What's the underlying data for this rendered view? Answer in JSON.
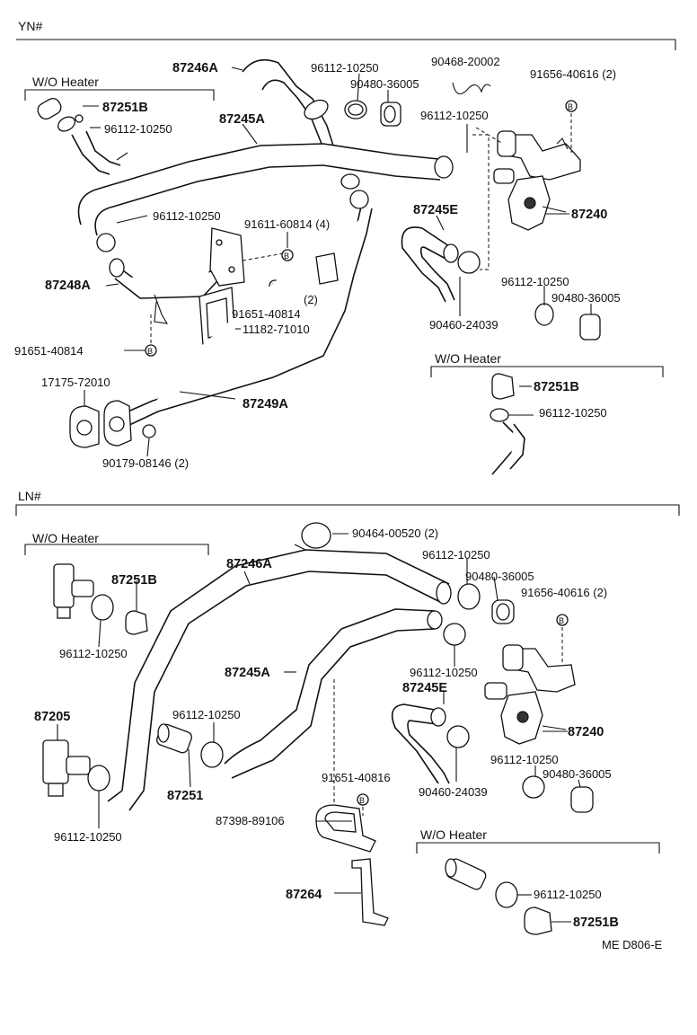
{
  "sections": {
    "yn": "YN#",
    "ln": "LN#"
  },
  "yn": {
    "wo_heater_1": "W/O Heater",
    "wo_heater_2": "W/O Heater",
    "labels": {
      "p87246A": "87246A",
      "p96112_top": "96112-10250",
      "p90480_top": "90480-36005",
      "p90468": "90468-20002",
      "p91656": "91656-40616 (2)",
      "p87251B_a": "87251B",
      "p96112_a": "96112-10250",
      "p87245A": "87245A",
      "p96112_mid": "96112-10250",
      "p96112_left": "96112-10250",
      "p91611": "91611-60814 (4)",
      "p87245E": "87245E",
      "p87240": "87240",
      "p87248A": "87248A",
      "p2": "(2)",
      "p91651_a": "91651-40814",
      "p11182": "11182-71010",
      "p91651_b": "91651-40814",
      "p96112_r": "96112-10250",
      "p90480_r": "90480-36005",
      "p90460": "90460-24039",
      "p17175": "17175-72010",
      "p87249A": "87249A",
      "p87251B_b": "87251B",
      "p96112_b": "96112-10250",
      "p90179": "90179-08146 (2)"
    }
  },
  "ln": {
    "wo_heater_1": "W/O Heater",
    "wo_heater_2": "W/O Heater",
    "labels": {
      "p90464": "90464-00520 (2)",
      "p96112_top": "96112-10250",
      "p90480_top": "90480-36005",
      "p91656": "91656-40616 (2)",
      "p87251B_a": "87251B",
      "p87246A": "87246A",
      "p96112_a": "96112-10250",
      "p87245A": "87245A",
      "p96112_mid": "96112-10250",
      "p87245E": "87245E",
      "p87205": "87205",
      "p96112_c": "96112-10250",
      "p87240": "87240",
      "p87251": "87251",
      "p96112_r": "96112-10250",
      "p90480_r": "90480-36005",
      "p90460": "90460-24039",
      "p91651": "91651-40816",
      "p87398": "87398-89106",
      "p96112_bl": "96112-10250",
      "p87264": "87264",
      "p96112_b": "96112-10250",
      "p87251B_b": "87251B"
    }
  },
  "footer_code": "ME D806-E"
}
